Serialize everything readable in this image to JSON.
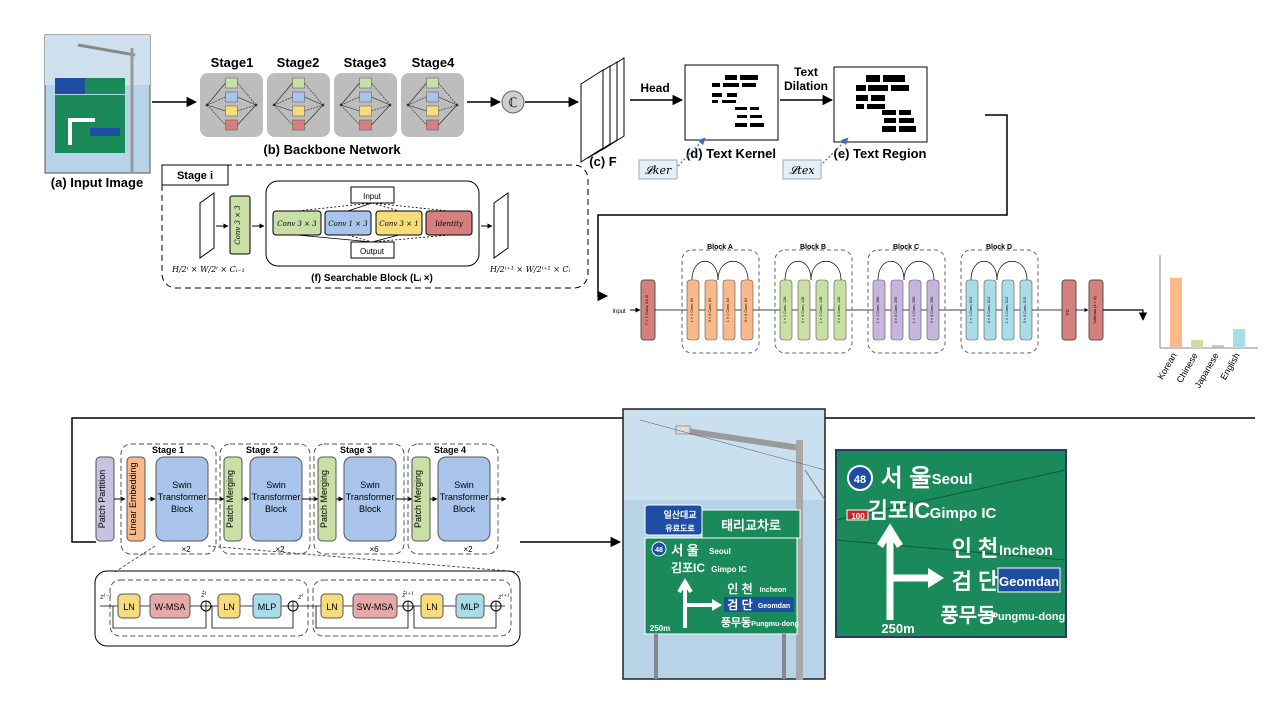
{
  "colors": {
    "orange": "#f9b98a",
    "green": "#c9dfa6",
    "blue": "#a9c5eb",
    "yellow": "#f7dc7c",
    "red": "#d57f7f",
    "purple": "#c6b6de",
    "teal": "#a9dbe9",
    "violet": "#c9c1e0",
    "gray_panel": "#bdbdbd",
    "sign_green": "#1b8a5a",
    "sky": "#b7d3e8"
  },
  "labels": {
    "input_image": "(a) Input Image",
    "backbone": "(b) Backbone Network",
    "stages": [
      "Stage1",
      "Stage2",
      "Stage3",
      "Stage4"
    ],
    "concat": "ℂ",
    "feature": "(c) F",
    "head": "Head",
    "text_kernel": "(d) Text Kernel",
    "text_dilation_1": "Text",
    "text_dilation_2": "Dilation",
    "text_region": "(e) Text Region",
    "loss_ker": "𝓛ker",
    "loss_tex": "𝓛tex",
    "stage_i": "Stage i",
    "conv3x3_small": "Conv 3 × 3",
    "searchable_block": "(f) Searchable Block (Lᵢ ×)",
    "input_box": "Input",
    "output_box": "Output",
    "ops": [
      "Conv 3 × 3",
      "Conv 1 × 3",
      "Conv 3 × 1",
      "Identity"
    ],
    "dim_left": "H/2ⁱ × W/2ⁱ × Cᵢ₋₁",
    "dim_right": "H/2ⁱ⁺¹ × W/2ⁱ⁺¹ × Cᵢ"
  },
  "classifier": {
    "input": "Input",
    "blocks": [
      "Block A",
      "Block B",
      "Block C",
      "Block D"
    ],
    "first_layer": "7 × 7 Conv, 64 /2",
    "fc": "FC",
    "softmax": "Softmax (1 × 4)",
    "layer_labels": {
      "A": [
        "1 × 1 Conv, 64",
        "3 × 3 Conv, 64",
        "1 × 1 Conv, 64",
        "3 × 3 Conv, 64"
      ],
      "B": [
        "1 × 1 Conv, 128",
        "3 × 3 Conv, 128",
        "1 × 1 Conv, 128",
        "3 × 3 Conv, 128"
      ],
      "C": [
        "1 × 1 Conv, 256",
        "3 × 3 Conv, 256",
        "1 × 1 Conv, 256",
        "3 × 3 Conv, 256"
      ],
      "D": [
        "1 × 1 Conv, 512",
        "3 × 3 Conv, 512",
        "1 × 1 Conv, 512",
        "3 × 3 Conv, 512"
      ]
    }
  },
  "language_chart": {
    "categories": [
      "Korean",
      "Chinese",
      "Japanese",
      "English"
    ],
    "values": [
      0.78,
      0.09,
      0.03,
      0.21
    ],
    "colors": [
      "#f9b98a",
      "#c9dfa6",
      "#c6b6de",
      "#a9dbe9"
    ]
  },
  "swin": {
    "patch_partition": "Patch Partition",
    "linear_embedding": "Linear Embedding",
    "patch_merging": "Patch Merging",
    "stages": [
      "Stage 1",
      "Stage 2",
      "Stage 3",
      "Stage 4"
    ],
    "block": [
      "Swin",
      "Transformer",
      "Block"
    ],
    "repeats": [
      "×2",
      "×2",
      "×6",
      "×2"
    ],
    "ln": "LN",
    "wmsa": "W-MSA",
    "swmsa": "SW-MSA",
    "mlp": "MLP",
    "z_prev": "zˡ⁻¹",
    "z_hat": "ẑˡ",
    "z_l": "zˡ",
    "z_hat_next": "ẑˡ⁺¹",
    "z_next": "zˡ⁺¹"
  },
  "sign": {
    "top_left_1": "일산대교",
    "top_left_2": "유료도로",
    "top_right": "태리교차로",
    "route_48": "48",
    "route_100": "100",
    "seoul_kr": "서 울",
    "seoul_en": "Seoul",
    "gimpo_kr": "김포IC",
    "gimpo_en": "Gimpo IC",
    "incheon_kr": "인 천",
    "incheon_en": "Incheon",
    "geomdan_kr": "검 단",
    "geomdan_en": "Geomdan",
    "pungmu_kr": "풍무동",
    "pungmu_en": "Pungmu-dong",
    "distance": "250m"
  }
}
